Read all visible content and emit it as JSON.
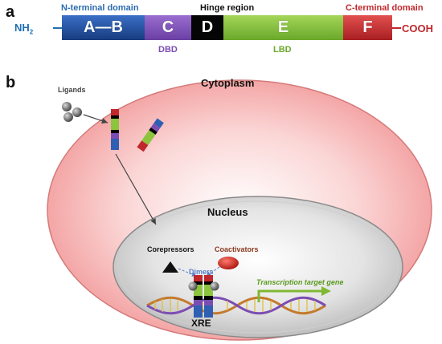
{
  "panel_a": {
    "label": "a",
    "n_terminal_domain": "N-terminal domain",
    "hinge_region": "Hinge region",
    "c_terminal_domain": "C-terminal domain",
    "nh2": "NH",
    "nh2_sub": "2",
    "cooh": "COOH",
    "segments": {
      "ab": "A—B",
      "c": "C",
      "d": "D",
      "e": "E",
      "f": "F"
    },
    "dbd": "DBD",
    "lbd": "LBD"
  },
  "panel_b": {
    "label": "b",
    "ligands": "Ligands",
    "cytoplasm": "Cytoplasm",
    "nucleus": "Nucleus",
    "corepressors": "Corepressors",
    "coactivators": "Coactivators",
    "dimers": "Dimers",
    "transcription_target_gene": "Transcription target gene",
    "xre": "XRE"
  },
  "colors": {
    "n_terminal": "#1f4e9c",
    "dbd": "#7b4db3",
    "hinge": "#000000",
    "lbd": "#7fb832",
    "c_terminal": "#c0282d",
    "cytoplasm": "#f7b8b8",
    "nucleus": "#e2e2e2"
  }
}
